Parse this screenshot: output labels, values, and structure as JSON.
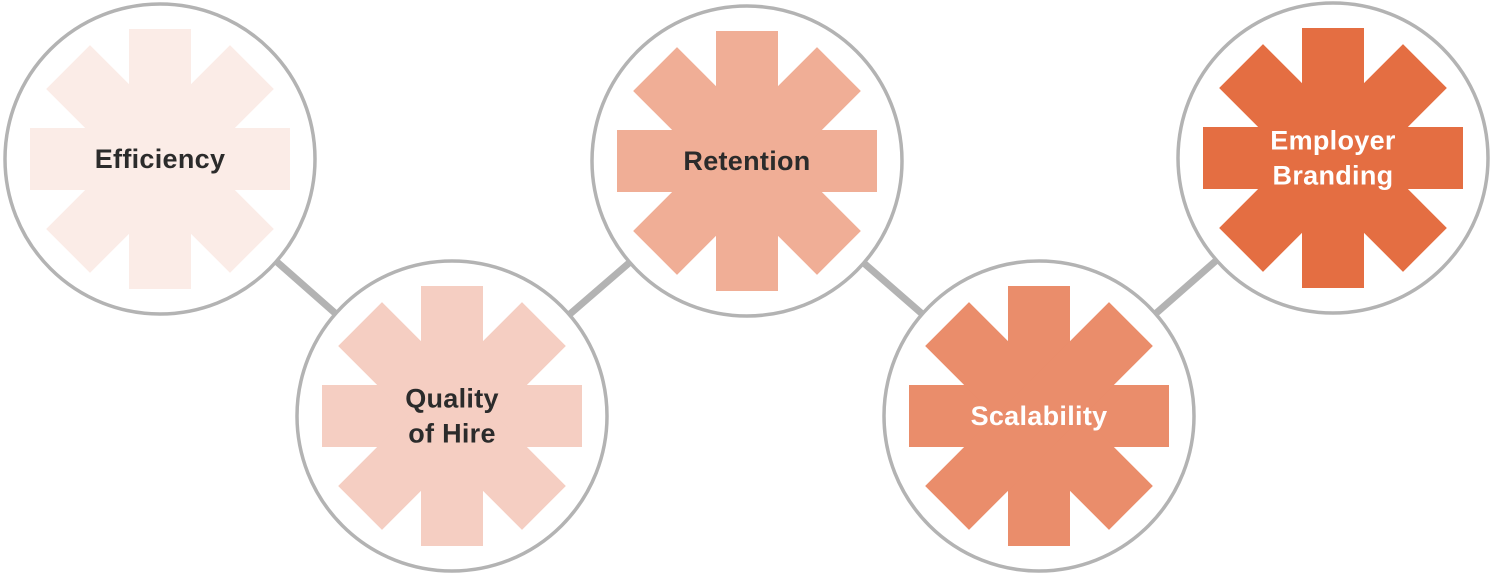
{
  "colors": {
    "ring": "#b3b3b3",
    "connector": "#b3b3b3",
    "background": "#ffffff"
  },
  "nodes": [
    {
      "id": "efficiency",
      "lines": [
        "Efficiency"
      ],
      "fill": "#fbece7",
      "text_color": "#2b2b2b"
    },
    {
      "id": "quality-of-hire",
      "lines": [
        "Quality",
        "of Hire"
      ],
      "fill": "#f5cec2",
      "text_color": "#2b2b2b"
    },
    {
      "id": "retention",
      "lines": [
        "Retention"
      ],
      "fill": "#f0ae96",
      "text_color": "#2b2b2b"
    },
    {
      "id": "scalability",
      "lines": [
        "Scalability"
      ],
      "fill": "#ea8d6b",
      "text_color": "#ffffff"
    },
    {
      "id": "employer-branding",
      "lines": [
        "Employer",
        "Branding"
      ],
      "fill": "#e46e42",
      "text_color": "#ffffff"
    }
  ]
}
